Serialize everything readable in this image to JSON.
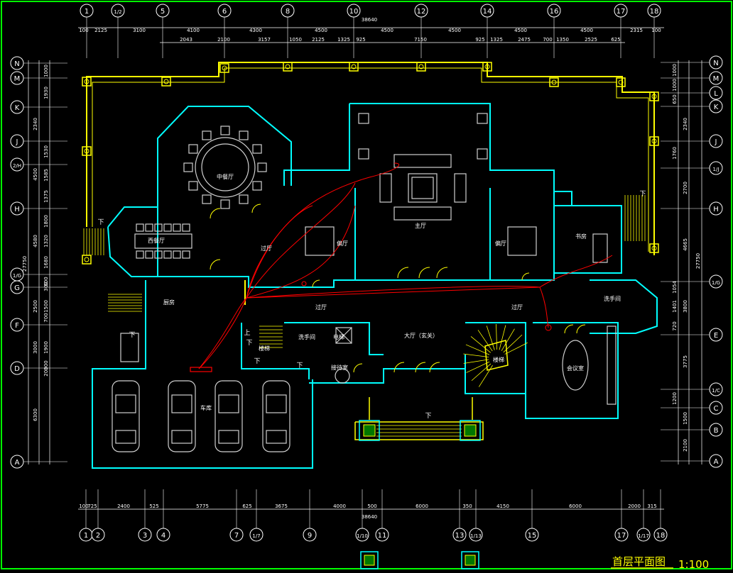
{
  "drawing": {
    "title": "首层平面图",
    "scale": "1:100",
    "colors": {
      "background": "#000000",
      "frame": "#00ff00",
      "wall": "#ffff00",
      "window": "#00ffff",
      "dimension": "#ffffff",
      "circuit": "#ff0000",
      "furniture": "#cfcfcf",
      "label": "#ffff00"
    }
  },
  "axes": {
    "top": [
      {
        "label": "1"
      },
      {
        "label": "1/2"
      },
      {
        "label": "5"
      },
      {
        "label": "6"
      },
      {
        "label": "8"
      },
      {
        "label": "10"
      },
      {
        "label": "12"
      },
      {
        "label": "14"
      },
      {
        "label": "16"
      },
      {
        "label": "17"
      },
      {
        "label": "18"
      }
    ],
    "bottom": [
      {
        "label": "1"
      },
      {
        "label": "2"
      },
      {
        "label": "3"
      },
      {
        "label": "4"
      },
      {
        "label": "7"
      },
      {
        "label": "1/7"
      },
      {
        "label": "9"
      },
      {
        "label": "1/10"
      },
      {
        "label": "11"
      },
      {
        "label": "13"
      },
      {
        "label": "1/13"
      },
      {
        "label": "15"
      },
      {
        "label": "17"
      },
      {
        "label": "1/17"
      },
      {
        "label": "18"
      }
    ],
    "left": [
      {
        "label": "N"
      },
      {
        "label": "M"
      },
      {
        "label": "K"
      },
      {
        "label": "J"
      },
      {
        "label": "2/H"
      },
      {
        "label": "H"
      },
      {
        "label": "1/G"
      },
      {
        "label": "G"
      },
      {
        "label": "F"
      },
      {
        "label": "D"
      },
      {
        "label": "A"
      }
    ],
    "right": [
      {
        "label": "N"
      },
      {
        "label": "M"
      },
      {
        "label": "L"
      },
      {
        "label": "K"
      },
      {
        "label": "J"
      },
      {
        "label": "1/J"
      },
      {
        "label": "H"
      },
      {
        "label": "1/G"
      },
      {
        "label": "E"
      },
      {
        "label": "1/C"
      },
      {
        "label": "C"
      },
      {
        "label": "B"
      },
      {
        "label": "A"
      }
    ]
  },
  "dimensions": {
    "top_total": "38640",
    "top_row1": [
      "100",
      "2125",
      "3100",
      "4100",
      "4300",
      "4500",
      "4500",
      "4500",
      "4500",
      "4500",
      "2315",
      "100"
    ],
    "top_row2": [
      "2043",
      "2100",
      "3157",
      "1050",
      "2125",
      "1325",
      "925",
      "7150",
      "925",
      "1325",
      "2475",
      "700",
      "1350",
      "2525",
      "625"
    ],
    "bottom_total": "38640",
    "bottom_row": [
      "100",
      "725",
      "2400",
      "525",
      "5775",
      "625",
      "3675",
      "4000",
      "500",
      "6000",
      "350",
      "4150",
      "6000",
      "2000",
      "315"
    ],
    "left_total": "27750",
    "left_outer": [
      "2340",
      "4500",
      "4580",
      "2500",
      "3000",
      "6300"
    ],
    "left_inner": [
      "1000",
      "1930",
      "1530",
      "1585",
      "1375",
      "1800",
      "1320",
      "1680",
      "600",
      "300",
      "1500",
      "700",
      "1900",
      "300",
      "200"
    ],
    "right_total": "27750",
    "right_outer": [
      "2340",
      "2700",
      "4665",
      "3800",
      "3775",
      "1500",
      "2100"
    ],
    "right_inner": [
      "1000",
      "1000",
      "650",
      "1760",
      "1054",
      "1401",
      "720",
      "1200"
    ]
  },
  "rooms": [
    {
      "name": "中餐厅"
    },
    {
      "name": "西餐厅"
    },
    {
      "name": "主厅"
    },
    {
      "name": "偏厅"
    },
    {
      "name": "偏厅"
    },
    {
      "name": "书房"
    },
    {
      "name": "过厅"
    },
    {
      "name": "过厅"
    },
    {
      "name": "过厅"
    },
    {
      "name": "厨房"
    },
    {
      "name": "洗手间"
    },
    {
      "name": "洗手间"
    },
    {
      "name": "电梯"
    },
    {
      "name": "楼梯"
    },
    {
      "name": "大厅（玄关）"
    },
    {
      "name": "接待室"
    },
    {
      "name": "楼梯"
    },
    {
      "name": "会议室"
    },
    {
      "name": "车库"
    }
  ],
  "stair_marks": [
    "下",
    "下",
    "下",
    "下",
    "下",
    "上",
    "下",
    "下"
  ]
}
